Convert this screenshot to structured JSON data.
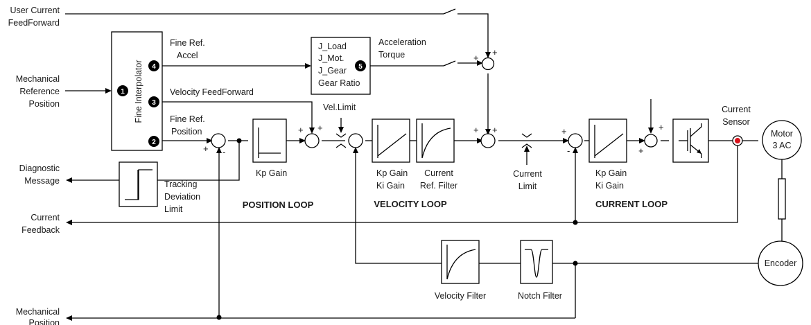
{
  "labels": {
    "user_current_ff": [
      "User Current",
      "FeedForward"
    ],
    "mech_ref": [
      "Mechanical",
      "Reference",
      "Position"
    ],
    "diag": [
      "Diagnostic",
      "Message"
    ],
    "current_feedback": [
      "Current",
      "Feedback"
    ],
    "mech_pos": [
      "Mechanical",
      "Position"
    ],
    "fine_interp": "Fine Interpolator",
    "fine_ref_accel": [
      "Fine Ref.",
      "Accel"
    ],
    "velocity_ff": "Velocity FeedForward",
    "fine_ref_pos": [
      "Fine Ref.",
      "Position"
    ],
    "inertia": [
      "J_Load",
      "J_Mot.",
      "J_Gear",
      "Gear Ratio"
    ],
    "accel_torque": [
      "Acceleration",
      "Torque"
    ],
    "vel_limit": "Vel.Limit",
    "pos_kp": "Kp Gain",
    "tracking": [
      "Tracking",
      "Deviation",
      "Limit"
    ],
    "vel_kp_ki": [
      "Kp Gain",
      "Ki Gain"
    ],
    "cur_ref_filter": [
      "Current",
      "Ref. Filter"
    ],
    "current_limit": [
      "Current",
      "Limit"
    ],
    "cur_kp_ki": [
      "Kp Gain",
      "Ki Gain"
    ],
    "current_sensor": [
      "Current",
      "Sensor"
    ],
    "motor": [
      "Motor",
      "3 AC"
    ],
    "encoder": "Encoder",
    "velocity_filter": "Velocity Filter",
    "notch_filter": "Notch Filter"
  },
  "loops": {
    "position": "POSITION LOOP",
    "velocity": "VELOCITY LOOP",
    "current": "CURRENT LOOP"
  },
  "badges": [
    "1",
    "2",
    "3",
    "4",
    "5"
  ],
  "colors": {
    "position_loop": "#e8151b",
    "velocity_loop": "#1f2d9e",
    "current_loop": "#1a9a4a",
    "sensor_dot": "#d8121b"
  }
}
